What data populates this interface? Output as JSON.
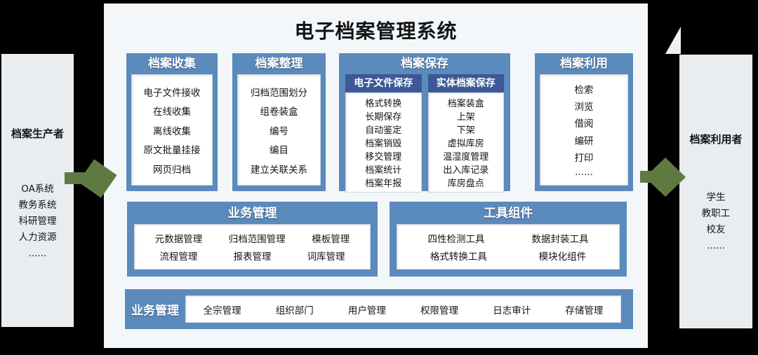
{
  "title": "电子档案管理系统",
  "left_panel": {
    "title": "档案生产者",
    "items": [
      "OA系统",
      "教务系统",
      "科研管理",
      "人力资源",
      "......"
    ]
  },
  "right_panel": {
    "title": "档案利用者",
    "items": [
      "学生",
      "教职工",
      "校友",
      "......"
    ]
  },
  "columns": [
    {
      "header": "档案收集",
      "items": [
        "电子文件接收",
        "在线收集",
        "离线收集",
        "原文批量挂接",
        "网页归档"
      ]
    },
    {
      "header": "档案整理",
      "items": [
        "归档范围划分",
        "组卷装盒",
        "编号",
        "编目",
        "建立关联关系"
      ]
    },
    {
      "header": "档案保存",
      "subcolumns": [
        {
          "header": "电子文件保存",
          "items": [
            "格式转换",
            "长期保存",
            "自动鉴定",
            "档案销毁",
            "移交管理",
            "档案统计",
            "档案年报"
          ]
        },
        {
          "header": "实体档案保存",
          "items": [
            "档案装盒",
            "上架",
            "下架",
            "虚拟库房",
            "温湿度管理",
            "出入库记录",
            "库房盘点"
          ]
        }
      ]
    },
    {
      "header": "档案利用",
      "items": [
        "检索",
        "浏览",
        "借阅",
        "编研",
        "打印",
        "......"
      ]
    }
  ],
  "middle_boxes": [
    {
      "header": "业务管理",
      "rows": [
        [
          "元数据管理",
          "归档范围管理",
          "模板管理"
        ],
        [
          "流程管理",
          "报表管理",
          "词库管理"
        ]
      ]
    },
    {
      "header": "工具组件",
      "rows": [
        [
          "四性检测工具",
          "数据封装工具"
        ],
        [
          "格式转换工具",
          "模块化组件"
        ]
      ]
    }
  ],
  "bottom_bar": {
    "header": "业务管理",
    "items": [
      "全宗管理",
      "组织部门",
      "用户管理",
      "权限管理",
      "日志审计",
      "存储管理"
    ]
  },
  "colors": {
    "frame": "#000000",
    "main_bg": "#f4f7fa",
    "panel_gray": "#e9edf0",
    "box_blue": "#5b8abc",
    "subheader_navy": "#3c5896",
    "arrow_green": "#5e7a41"
  }
}
